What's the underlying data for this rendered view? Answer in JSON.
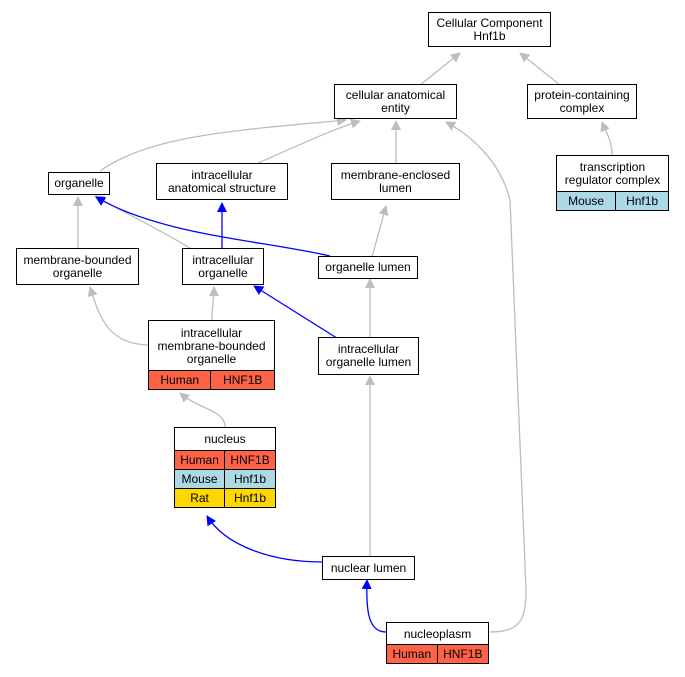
{
  "colors": {
    "edge_default": "#bdbdbd",
    "edge_highlight": "#0000ff",
    "human": "#ff6347",
    "mouse": "#add8e6",
    "rat": "#ffd700"
  },
  "nodes": {
    "cellular_component": "Cellular Component\nHnf1b",
    "cellular_anatomical_entity": "cellular anatomical\nentity",
    "protein_containing_complex": "protein-containing\ncomplex",
    "organelle": "organelle",
    "intracellular_anatomical_structure": "intracellular\nanatomical structure",
    "membrane_enclosed_lumen": "membrane-enclosed\nlumen",
    "transcription_regulator_complex": "transcription\nregulator complex",
    "membrane_bounded_organelle": "membrane-bounded\norganelle",
    "intracellular_organelle": "intracellular\norganelle",
    "organelle_lumen": "organelle lumen",
    "intracellular_membrane_bounded_organelle": "intracellular\nmembrane-bounded\norganelle",
    "intracellular_organelle_lumen": "intracellular\norganelle lumen",
    "nucleus": "nucleus",
    "nuclear_lumen": "nuclear lumen",
    "nucleoplasm": "nucleoplasm"
  },
  "annotations": {
    "transcription_regulator_complex": [
      [
        "Mouse",
        "Hnf1b"
      ]
    ],
    "intracellular_membrane_bounded_organelle": [
      [
        "Human",
        "HNF1B"
      ]
    ],
    "nucleus": [
      [
        "Human",
        "HNF1B"
      ],
      [
        "Mouse",
        "Hnf1b"
      ],
      [
        "Rat",
        "Hnf1b"
      ]
    ],
    "nucleoplasm": [
      [
        "Human",
        "HNF1B"
      ]
    ]
  }
}
